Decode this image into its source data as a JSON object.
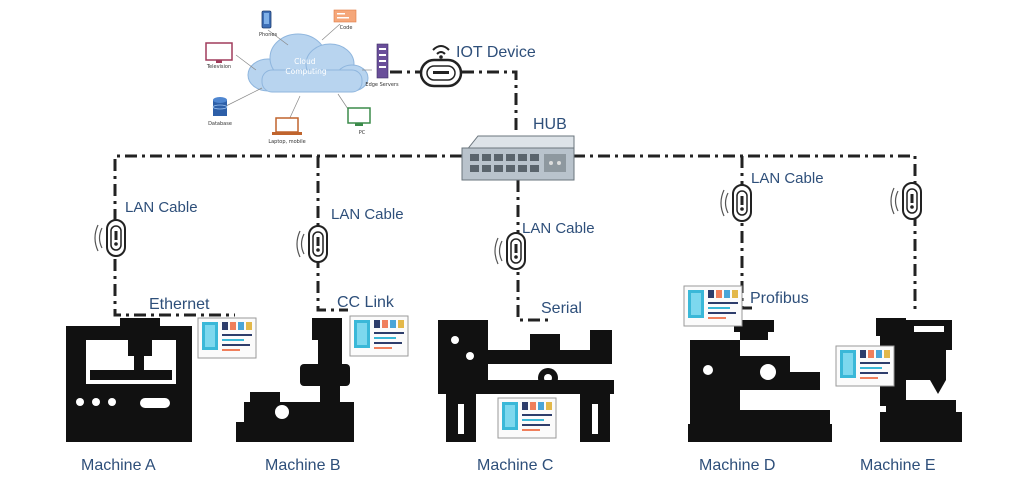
{
  "cloud": {
    "title": "Cloud\nComputing",
    "items": [
      "Phones",
      "Code",
      "Television",
      "Edge Servers",
      "Database",
      "Laptop, mobile",
      "PC"
    ]
  },
  "iot_device": {
    "label": "IOT Device"
  },
  "hub": {
    "label": "HUB"
  },
  "cables": {
    "a": "LAN Cable",
    "b": "LAN Cable",
    "c": "LAN Cable",
    "d": "LAN Cable"
  },
  "protocols": {
    "a": "Ethernet",
    "b": "CC Link",
    "c": "Serial",
    "d": "Profibus"
  },
  "machines": {
    "a": "Machine A",
    "b": "Machine B",
    "c": "Machine C",
    "d": "Machine D",
    "e": "Machine E"
  },
  "colors": {
    "label": "#2e4f7a",
    "line": "#222222",
    "machine": "#111111",
    "cloud": "#b8d4ef",
    "hub": "#b9c3cc"
  }
}
